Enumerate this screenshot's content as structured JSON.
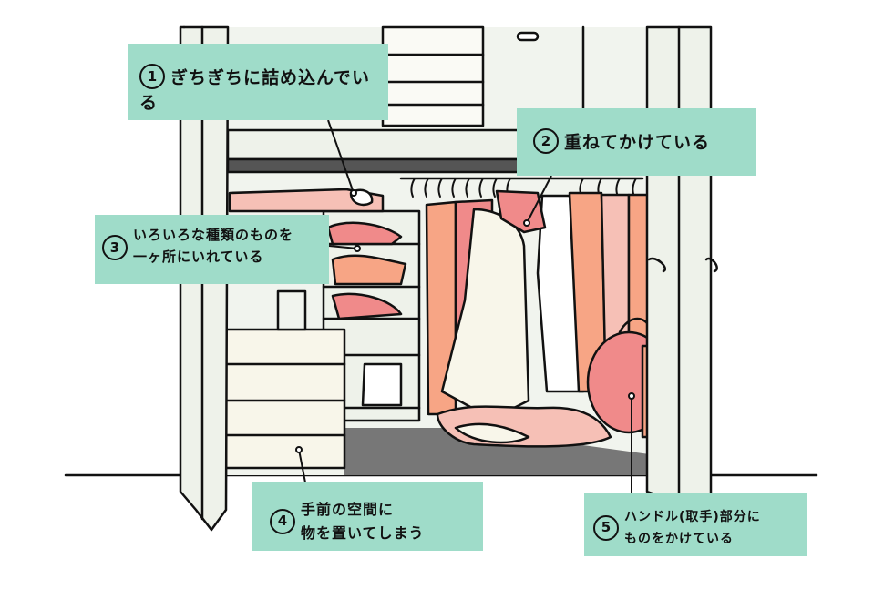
{
  "callouts": [
    {
      "number": "1",
      "text": "ぎちぎちに詰め込んでいる"
    },
    {
      "number": "2",
      "text": "重ねてかけている"
    },
    {
      "number": "3",
      "line1": "いろいろな種類のものを",
      "line2": "一ヶ所にいれている"
    },
    {
      "number": "4",
      "line1": "手前の空間に",
      "line2": "物を置いてしまう"
    },
    {
      "number": "5",
      "line1": "ハンドル(取手)部分に",
      "line2": "ものをかけている"
    }
  ],
  "colors": {
    "callout_bg": "#9fdcc9",
    "outline": "#111111",
    "pink": "#f08a8a",
    "salmon": "#f7a585",
    "light_pink": "#f6c0b6",
    "cream": "#f8f6ea",
    "pale_green": "#eef2ea",
    "shadow": "#6f6f6f"
  },
  "illustration": "closet-with-clutter"
}
